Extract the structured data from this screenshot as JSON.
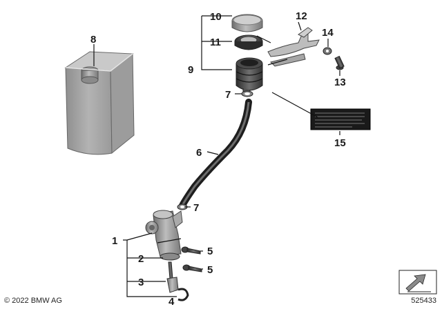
{
  "copyright": "© 2022 BMW AG",
  "reference_number": "525433",
  "callouts": [
    {
      "id": "c1",
      "label": "1"
    },
    {
      "id": "c2",
      "label": "2"
    },
    {
      "id": "c3",
      "label": "3"
    },
    {
      "id": "c4",
      "label": "4"
    },
    {
      "id": "c5a",
      "label": "5"
    },
    {
      "id": "c5b",
      "label": "5"
    },
    {
      "id": "c6",
      "label": "6"
    },
    {
      "id": "c7a",
      "label": "7"
    },
    {
      "id": "c7b",
      "label": "7"
    },
    {
      "id": "c8",
      "label": "8"
    },
    {
      "id": "c9",
      "label": "9"
    },
    {
      "id": "c10",
      "label": "10"
    },
    {
      "id": "c11",
      "label": "11"
    },
    {
      "id": "c12",
      "label": "12"
    },
    {
      "id": "c13",
      "label": "13"
    },
    {
      "id": "c14",
      "label": "14"
    },
    {
      "id": "c15",
      "label": "15"
    }
  ]
}
